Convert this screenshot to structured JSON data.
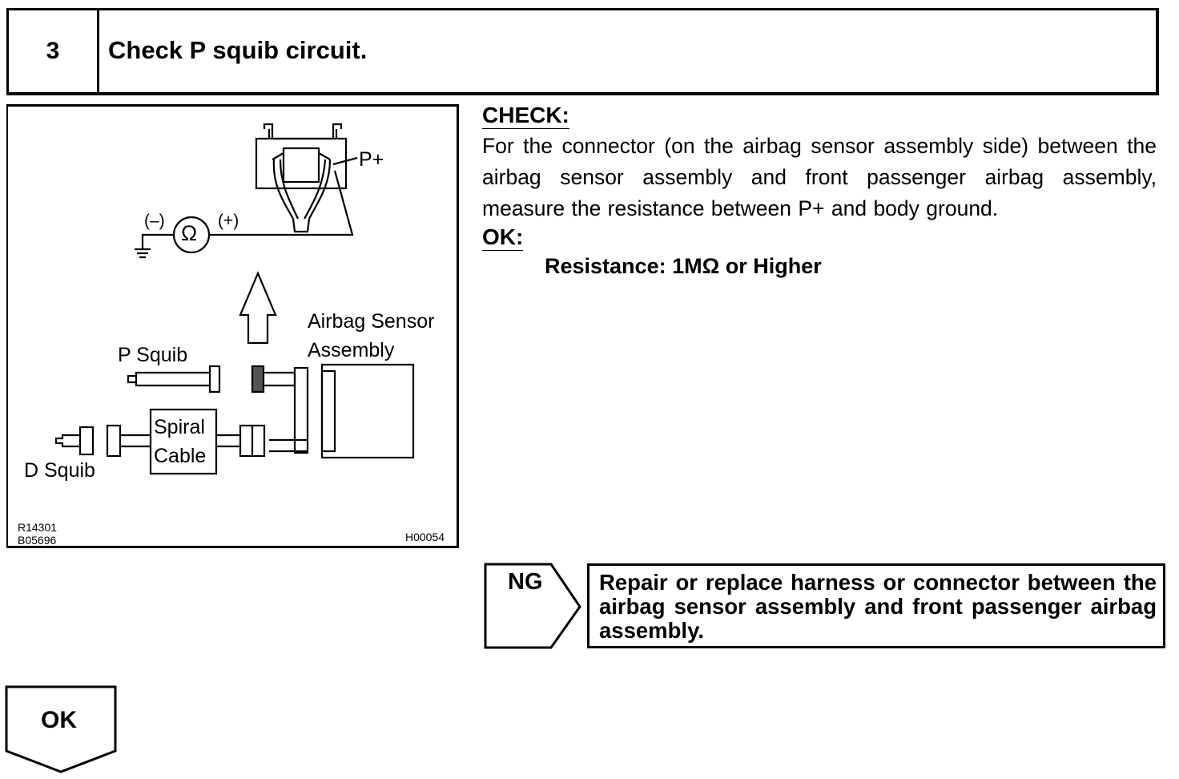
{
  "step": {
    "number": "3",
    "title": "Check P squib circuit."
  },
  "figure": {
    "labels": {
      "p_plus": "P+",
      "minus": "(–)",
      "plus": "(+)",
      "ohm": "Ω",
      "airbag_sensor_line1": "Airbag Sensor",
      "airbag_sensor_line2": "Assembly",
      "p_squib": "P Squib",
      "spiral_line1": "Spiral",
      "spiral_line2": "Cable",
      "d_squib": "D Squib"
    },
    "codes": {
      "code1": "R14301",
      "code2": "B05696",
      "code3": "H00054"
    }
  },
  "check": {
    "heading": "CHECK:",
    "body": "For the connector (on the airbag sensor assembly side) between the airbag sensor assembly and front passenger airbag assembly, measure the resistance between P+ and body ground.",
    "ok_heading": "OK:",
    "ok_spec": "Resistance: 1MΩ or Higher"
  },
  "ng": {
    "label": "NG",
    "action": "Repair or replace harness or connector between the airbag sensor assembly and front passenger airbag assembly."
  },
  "ok_branch": {
    "label": "OK"
  }
}
